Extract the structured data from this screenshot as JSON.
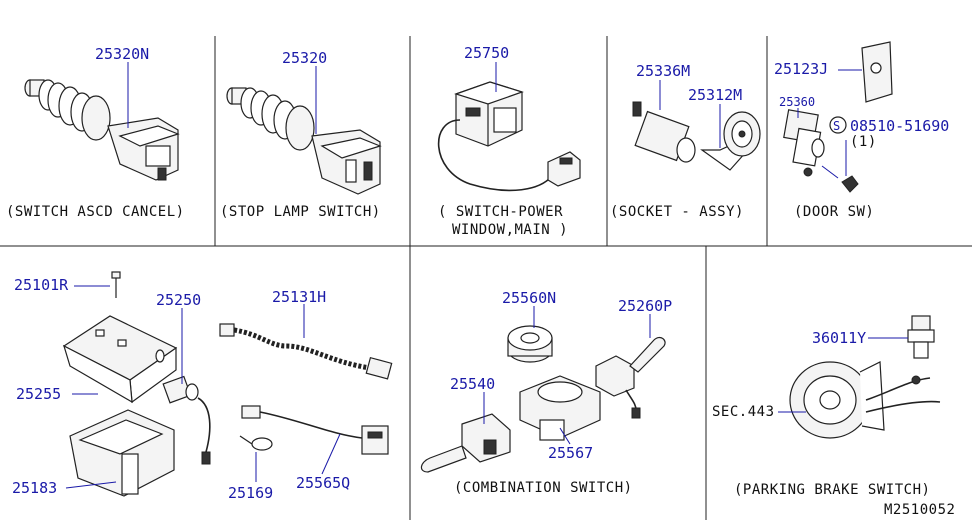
{
  "parts": {
    "p25320N": "25320N",
    "p25320": "25320",
    "p25750": "25750",
    "p25336M": "25336M",
    "p25312M": "25312M",
    "p25123J": "25123J",
    "p25360": "25360",
    "p08510": "08510-51690",
    "p08510_qty": "(1)",
    "p08510_prefix": "S",
    "p25101R": "25101R",
    "p25250": "25250",
    "p25131H": "25131H",
    "p25255": "25255",
    "p25183": "25183",
    "p25169": "25169",
    "p25565Q": "25565Q",
    "p25560N": "25560N",
    "p25260P": "25260P",
    "p25540": "25540",
    "p25567": "25567",
    "p36011Y": "36011Y",
    "sec443": "SEC.443"
  },
  "captions": {
    "ascd": "(SWITCH ASCD CANCEL)",
    "stop": "(STOP LAMP SWITCH)",
    "window_1": "( SWITCH-POWER",
    "window_2": "WINDOW,MAIN )",
    "socket": "(SOCKET - ASSY)",
    "door": "(DOOR SW)",
    "combination": "(COMBINATION SWITCH)",
    "parking": "(PARKING BRAKE SWITCH)"
  },
  "diagram_id": "M2510052",
  "colors": {
    "part_number": "#1a1aa8",
    "line": "#222222"
  }
}
